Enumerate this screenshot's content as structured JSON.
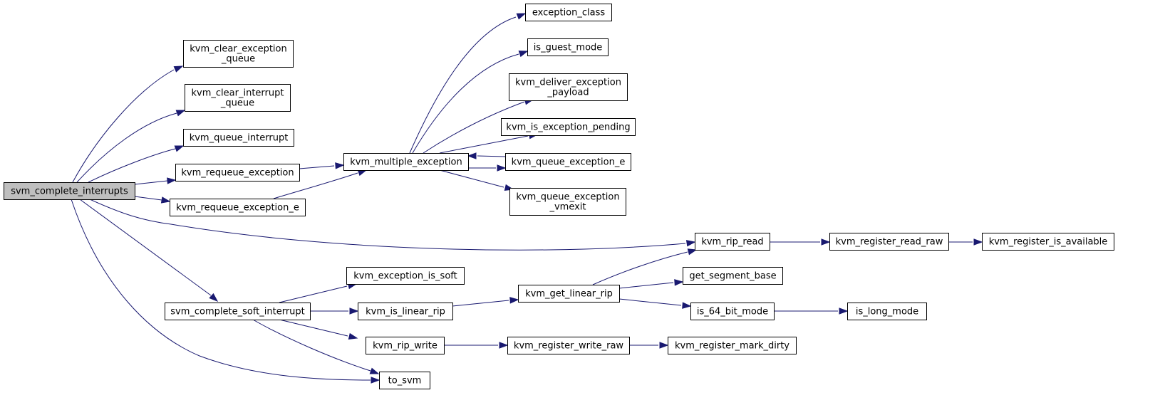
{
  "nodes": [
    {
      "id": "svm_complete_interrupts",
      "lines": [
        "svm_complete_interrupts"
      ],
      "highlight": true
    },
    {
      "id": "kvm_clear_exception_queue",
      "lines": [
        "kvm_clear_exception",
        "_queue"
      ]
    },
    {
      "id": "kvm_clear_interrupt_queue",
      "lines": [
        "kvm_clear_interrupt",
        "_queue"
      ]
    },
    {
      "id": "kvm_queue_interrupt",
      "lines": [
        "kvm_queue_interrupt"
      ]
    },
    {
      "id": "kvm_requeue_exception",
      "lines": [
        "kvm_requeue_exception"
      ]
    },
    {
      "id": "kvm_requeue_exception_e",
      "lines": [
        "kvm_requeue_exception_e"
      ]
    },
    {
      "id": "kvm_multiple_exception",
      "lines": [
        "kvm_multiple_exception"
      ]
    },
    {
      "id": "exception_class",
      "lines": [
        "exception_class"
      ]
    },
    {
      "id": "is_guest_mode",
      "lines": [
        "is_guest_mode"
      ]
    },
    {
      "id": "kvm_deliver_exception_payload",
      "lines": [
        "kvm_deliver_exception",
        "_payload"
      ]
    },
    {
      "id": "kvm_is_exception_pending",
      "lines": [
        "kvm_is_exception_pending"
      ]
    },
    {
      "id": "kvm_queue_exception_e",
      "lines": [
        "kvm_queue_exception_e"
      ]
    },
    {
      "id": "kvm_queue_exception_vmexit",
      "lines": [
        "kvm_queue_exception",
        "_vmexit"
      ]
    },
    {
      "id": "kvm_rip_read",
      "lines": [
        "kvm_rip_read"
      ]
    },
    {
      "id": "kvm_register_read_raw",
      "lines": [
        "kvm_register_read_raw"
      ]
    },
    {
      "id": "kvm_register_is_available",
      "lines": [
        "kvm_register_is_available"
      ]
    },
    {
      "id": "svm_complete_soft_interrupt",
      "lines": [
        "svm_complete_soft_interrupt"
      ]
    },
    {
      "id": "kvm_exception_is_soft",
      "lines": [
        "kvm_exception_is_soft"
      ]
    },
    {
      "id": "kvm_is_linear_rip",
      "lines": [
        "kvm_is_linear_rip"
      ]
    },
    {
      "id": "kvm_get_linear_rip",
      "lines": [
        "kvm_get_linear_rip"
      ]
    },
    {
      "id": "get_segment_base",
      "lines": [
        "get_segment_base"
      ]
    },
    {
      "id": "is_64_bit_mode",
      "lines": [
        "is_64_bit_mode"
      ]
    },
    {
      "id": "is_long_mode",
      "lines": [
        "is_long_mode"
      ]
    },
    {
      "id": "kvm_rip_write",
      "lines": [
        "kvm_rip_write"
      ]
    },
    {
      "id": "kvm_register_write_raw",
      "lines": [
        "kvm_register_write_raw"
      ]
    },
    {
      "id": "kvm_register_mark_dirty",
      "lines": [
        "kvm_register_mark_dirty"
      ]
    },
    {
      "id": "to_svm",
      "lines": [
        "to_svm"
      ]
    }
  ],
  "edges": [
    {
      "from": "svm_complete_interrupts",
      "to": "kvm_clear_exception_queue"
    },
    {
      "from": "svm_complete_interrupts",
      "to": "kvm_clear_interrupt_queue"
    },
    {
      "from": "svm_complete_interrupts",
      "to": "kvm_queue_interrupt"
    },
    {
      "from": "svm_complete_interrupts",
      "to": "kvm_requeue_exception"
    },
    {
      "from": "svm_complete_interrupts",
      "to": "kvm_requeue_exception_e"
    },
    {
      "from": "svm_complete_interrupts",
      "to": "kvm_rip_read"
    },
    {
      "from": "svm_complete_interrupts",
      "to": "svm_complete_soft_interrupt"
    },
    {
      "from": "svm_complete_interrupts",
      "to": "to_svm"
    },
    {
      "from": "kvm_requeue_exception",
      "to": "kvm_multiple_exception"
    },
    {
      "from": "kvm_requeue_exception_e",
      "to": "kvm_multiple_exception"
    },
    {
      "from": "kvm_multiple_exception",
      "to": "exception_class"
    },
    {
      "from": "kvm_multiple_exception",
      "to": "is_guest_mode"
    },
    {
      "from": "kvm_multiple_exception",
      "to": "kvm_deliver_exception_payload"
    },
    {
      "from": "kvm_multiple_exception",
      "to": "kvm_is_exception_pending"
    },
    {
      "from": "kvm_multiple_exception",
      "to": "kvm_queue_exception_e"
    },
    {
      "from": "kvm_queue_exception_e",
      "to": "kvm_multiple_exception"
    },
    {
      "from": "kvm_multiple_exception",
      "to": "kvm_queue_exception_vmexit"
    },
    {
      "from": "kvm_rip_read",
      "to": "kvm_register_read_raw"
    },
    {
      "from": "kvm_register_read_raw",
      "to": "kvm_register_is_available"
    },
    {
      "from": "svm_complete_soft_interrupt",
      "to": "kvm_exception_is_soft"
    },
    {
      "from": "svm_complete_soft_interrupt",
      "to": "kvm_is_linear_rip"
    },
    {
      "from": "svm_complete_soft_interrupt",
      "to": "kvm_rip_write"
    },
    {
      "from": "svm_complete_soft_interrupt",
      "to": "to_svm"
    },
    {
      "from": "kvm_is_linear_rip",
      "to": "kvm_get_linear_rip"
    },
    {
      "from": "kvm_get_linear_rip",
      "to": "kvm_rip_read"
    },
    {
      "from": "kvm_get_linear_rip",
      "to": "get_segment_base"
    },
    {
      "from": "kvm_get_linear_rip",
      "to": "is_64_bit_mode"
    },
    {
      "from": "is_64_bit_mode",
      "to": "is_long_mode"
    },
    {
      "from": "kvm_rip_write",
      "to": "kvm_register_write_raw"
    },
    {
      "from": "kvm_register_write_raw",
      "to": "kvm_register_mark_dirty"
    }
  ],
  "colors": {
    "edge": "#191970",
    "highlight_fill": "#bfbfbf",
    "node_fill": "#ffffff",
    "node_border": "#000000"
  }
}
